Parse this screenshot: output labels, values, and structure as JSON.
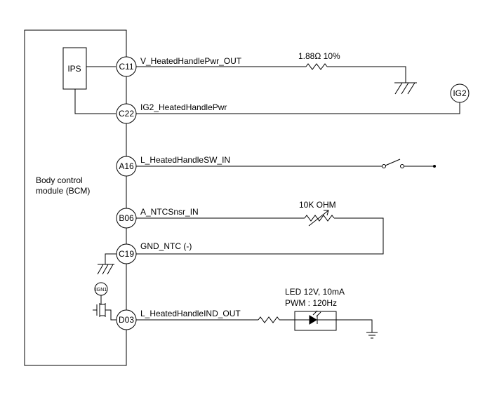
{
  "module": {
    "label_line1": "Body control",
    "label_line2": "module (BCM)",
    "ips_label": "IPS"
  },
  "pins": [
    {
      "id": "C11",
      "net": "V_HeatedHandlePwr_OUT"
    },
    {
      "id": "C22",
      "net": "IG2_HeatedHandlePwr"
    },
    {
      "id": "A16",
      "net": "L_HeatedHandleSW_IN"
    },
    {
      "id": "B06",
      "net": "A_NTCSnsr_IN"
    },
    {
      "id": "C19",
      "net": "GND_NTC (-)"
    },
    {
      "id": "D03",
      "net": "L_HeatedHandleIND_OUT"
    }
  ],
  "components": {
    "heater_resistor": "1.88Ω 10%",
    "ig2_connector": "IG2",
    "ntc_sensor": "10K OHM",
    "led_line1": "LED 12V, 10mA",
    "led_line2": "PWM : 120Hz",
    "ign1_label": "IGN1"
  }
}
